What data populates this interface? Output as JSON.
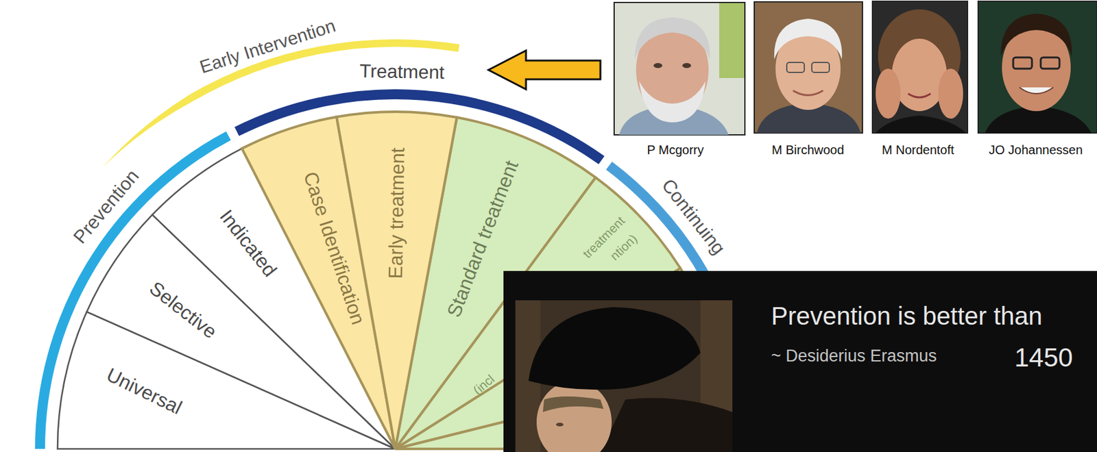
{
  "diagram": {
    "nodes": [
      {
        "text": [
          "Early Intervention"
        ]
      },
      {
        "text": [
          "Treatment"
        ]
      },
      {
        "text": [
          "Prevention"
        ]
      },
      {
        "text": [
          "Continuing"
        ]
      },
      {
        "text": [
          "Universal"
        ]
      },
      {
        "text": [
          "Selective"
        ]
      },
      {
        "text": [
          "Indicated"
        ]
      },
      {
        "text": [
          "Case Identification"
        ]
      },
      {
        "text": [
          "Early treatment"
        ]
      },
      {
        "text": [
          "Standard treatment"
        ]
      },
      {
        "text": [
          "treatment",
          "ntion)",
          "(incl"
        ]
      },
      {
        "text": [
          "Prevention is better than",
          "~ Desiderius Erasmus",
          "1450"
        ]
      }
    ],
    "labels": [
      "P Mcgorry",
      "M Birchwood",
      "M Nordentoft",
      "JO Johannessen"
    ]
  }
}
